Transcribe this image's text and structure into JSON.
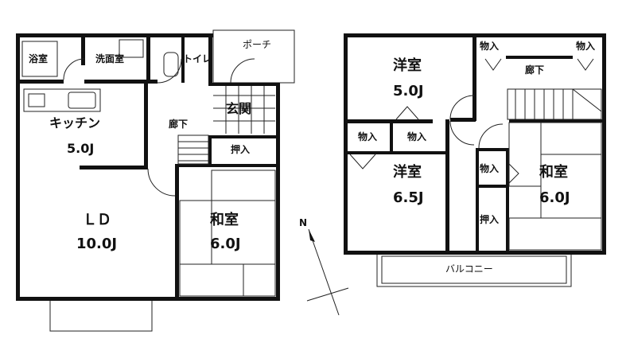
{
  "floor1": {
    "bath": "浴室",
    "washroom": "洗面室",
    "toilet": "トイレ",
    "porch": "ポーチ",
    "entrance": "玄関",
    "kitchen": "キッチン",
    "kitchen_size": "5.0J",
    "hallway": "廊下",
    "closet": "押入",
    "ld": "ＬＤ",
    "ld_size": "10.0J",
    "washitsu": "和室",
    "washitsu_size": "6.0J"
  },
  "floor2": {
    "youshitsu_a": "洋室",
    "youshitsu_a_size": "5.0J",
    "closet_top_left": "物入",
    "closet_top_right": "物入",
    "hallway": "廊下",
    "closet_left": "物入",
    "closet_center": "物入",
    "youshitsu_b": "洋室",
    "youshitsu_b_size": "6.5J",
    "closet_mid": "物入",
    "oshiire": "押入",
    "washitsu": "和室",
    "washitsu_size": "6.0J",
    "balcony": "バルコニー"
  },
  "compass": {
    "label": "N"
  }
}
